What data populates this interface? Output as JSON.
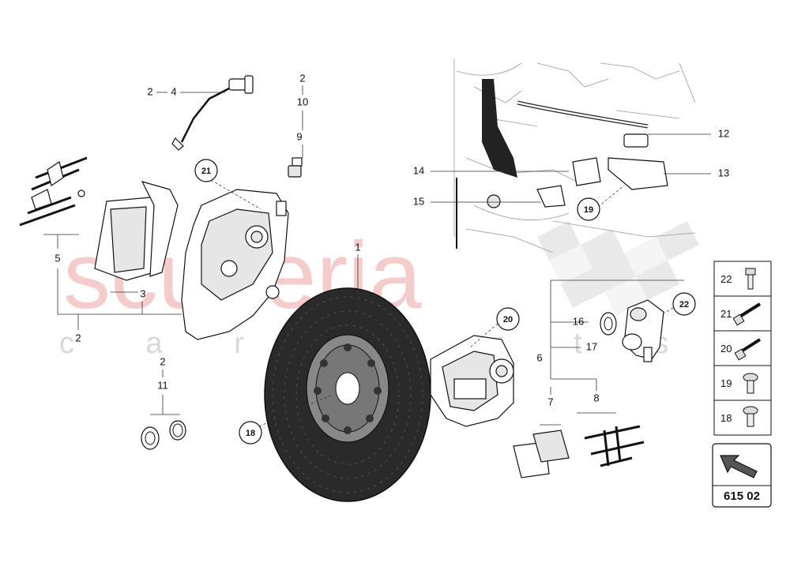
{
  "watermark": {
    "brand": "scuderia",
    "sub": "c a r p a r t s"
  },
  "callouts": {
    "c2_top": "2",
    "c4": "4",
    "c2_mid": "2",
    "c10": "10",
    "c9": "9",
    "c5": "5",
    "c3": "3",
    "c2_left": "2",
    "c2_low": "2",
    "c11": "11",
    "c1": "1",
    "c12": "12",
    "c13": "13",
    "c14": "14",
    "c15": "15",
    "c16": "16",
    "c17": "17",
    "c6": "6",
    "c7": "7",
    "c8": "8"
  },
  "circles": {
    "r21": "21",
    "r18": "18",
    "r20": "20",
    "r19": "19",
    "r22": "22"
  },
  "legend": [
    {
      "label": "22"
    },
    {
      "label": "21"
    },
    {
      "label": "20"
    },
    {
      "label": "19"
    },
    {
      "label": "18"
    }
  ],
  "nav": {
    "code": "615 02"
  }
}
